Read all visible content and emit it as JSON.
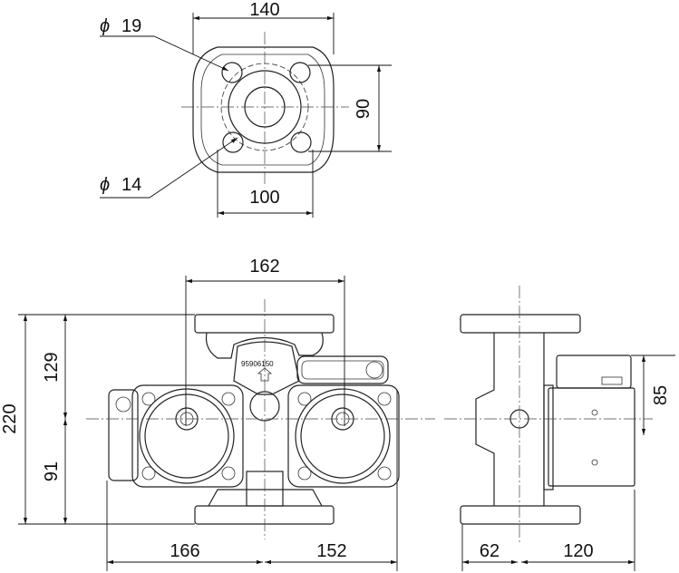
{
  "top_view": {
    "width_outer": "140",
    "width_bolt": "100",
    "height_bolt": "90",
    "hole_large": "19",
    "hole_small": "14",
    "diameter_symbol": "ϕ"
  },
  "front_view": {
    "center_distance": "162",
    "total_height": "220",
    "upper_height": "129",
    "lower_height": "91",
    "left_width": "166",
    "right_width": "152",
    "part_number": "95906150"
  },
  "side_view": {
    "left_depth": "62",
    "right_depth": "120",
    "box_height": "85"
  }
}
